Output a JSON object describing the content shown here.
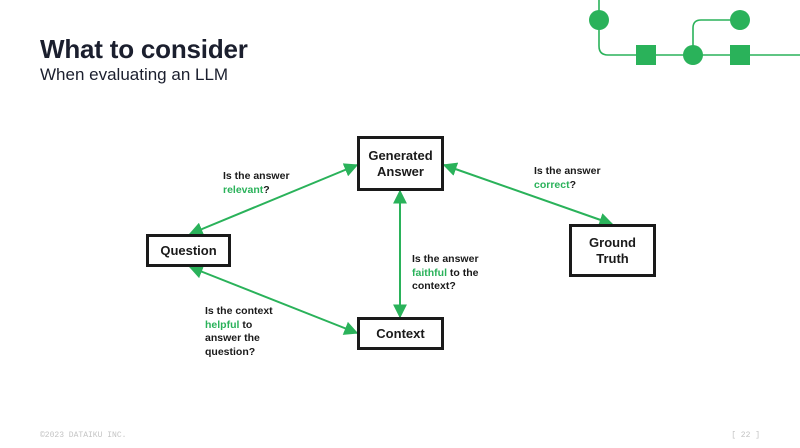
{
  "slide": {
    "title": "What to consider",
    "subtitle": "When evaluating an LLM",
    "accent_color": "#2ab25a"
  },
  "nodes": {
    "generated_answer": "Generated\nAnswer",
    "question": "Question",
    "ground_truth": "Ground\nTruth",
    "context": "Context"
  },
  "labels": {
    "relevant": {
      "line1": "Is the answer",
      "highlight": "relevant",
      "suffix": "?"
    },
    "correct": {
      "line1": "Is the answer",
      "highlight": "correct",
      "suffix": "?"
    },
    "faithful": {
      "line1": "Is the answer",
      "highlight": "faithful",
      "suffix": " to the",
      "line3": "context?"
    },
    "helpful": {
      "line1": "Is the context",
      "highlight": "helpful",
      "suffix": " to",
      "line3": "answer the",
      "line4": "question?"
    }
  },
  "footer": {
    "copyright": "©2023 DATAIKU INC.",
    "page": "[ 22 ]"
  }
}
